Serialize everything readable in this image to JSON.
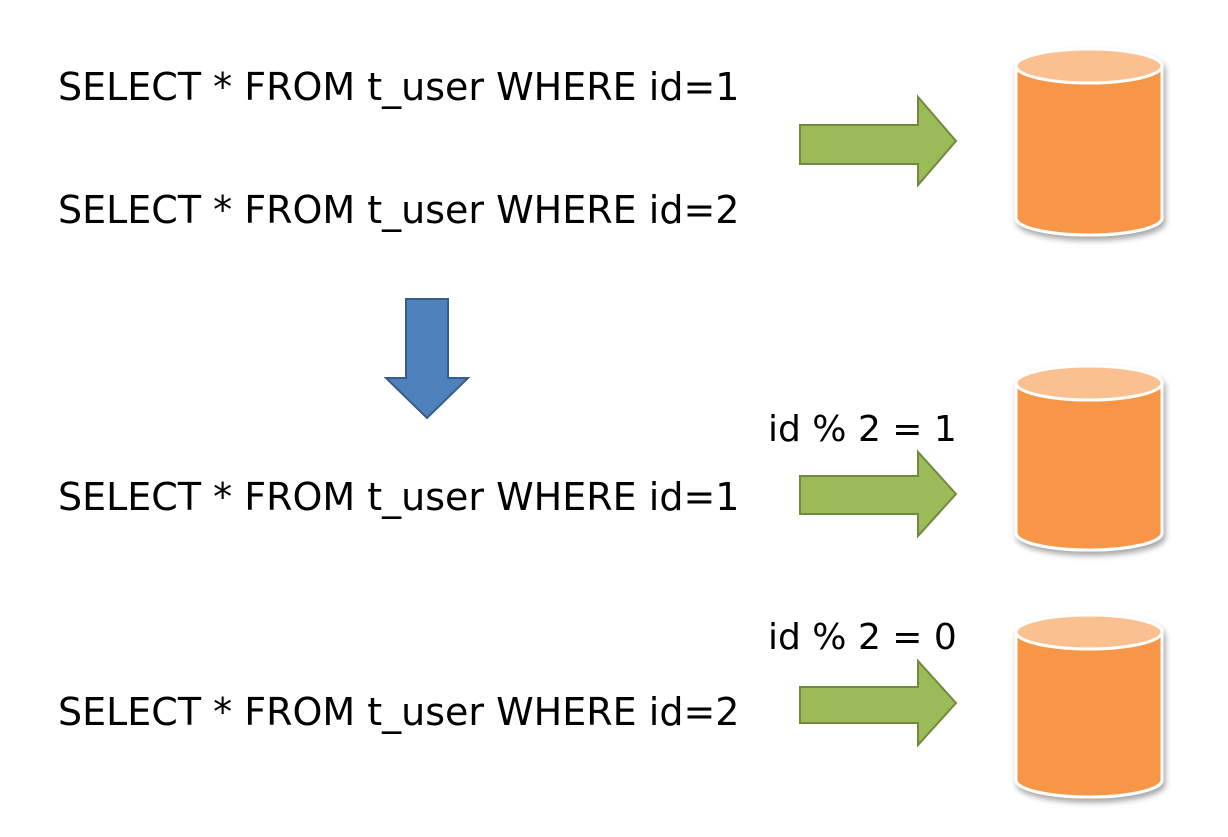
{
  "colors": {
    "query_text": "#000000",
    "route_arrow": "#9bbb59",
    "route_arrow_stroke": "#71893f",
    "transform_arrow": "#4f81bd",
    "transform_arrow_stroke": "#385d8a",
    "database_body": "#f79646",
    "database_top": "#fac08f",
    "database_edge": "#ffffff"
  },
  "before": {
    "queries": [
      "SELECT * FROM t_user WHERE id=1",
      "SELECT * FROM t_user WHERE id=2"
    ]
  },
  "after": {
    "routes": [
      {
        "condition": "id % 2 = 1",
        "query": "SELECT * FROM t_user WHERE id=1"
      },
      {
        "condition": "id % 2 = 0",
        "query": "SELECT * FROM t_user WHERE id=2"
      }
    ]
  },
  "icons": {
    "route_arrow": "right-arrow-icon",
    "transform_arrow": "down-arrow-icon",
    "database": "database-cylinder-icon"
  }
}
